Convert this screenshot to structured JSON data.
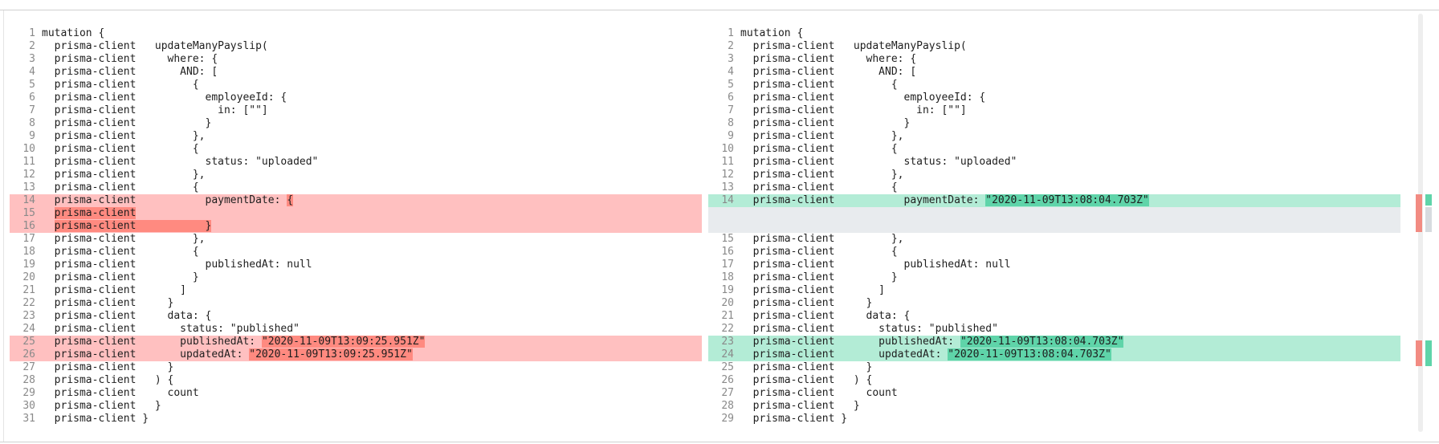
{
  "colors": {
    "deleted_line": "#ffc0c0",
    "deleted_word": "#ff8a80",
    "inserted_line": "#b3ecd6",
    "inserted_word": "#5fd4a9",
    "padding_line": "#e8ebee"
  },
  "left": [
    {
      "n": "1",
      "t": "mutation {"
    },
    {
      "n": "2",
      "t": "  prisma-client   updateManyPayslip("
    },
    {
      "n": "3",
      "t": "  prisma-client     where: {"
    },
    {
      "n": "4",
      "t": "  prisma-client       AND: ["
    },
    {
      "n": "5",
      "t": "  prisma-client         {"
    },
    {
      "n": "6",
      "t": "  prisma-client           employeeId: {"
    },
    {
      "n": "7",
      "t": "  prisma-client             in: [\"\"]"
    },
    {
      "n": "8",
      "t": "  prisma-client           }"
    },
    {
      "n": "9",
      "t": "  prisma-client         },"
    },
    {
      "n": "10",
      "t": "  prisma-client         {"
    },
    {
      "n": "11",
      "t": "  prisma-client           status: \"uploaded\""
    },
    {
      "n": "12",
      "t": "  prisma-client         },"
    },
    {
      "n": "13",
      "t": "  prisma-client         {"
    },
    {
      "n": "14",
      "k": "del",
      "pre": "  prisma-client           paymentDate: ",
      "hl": "{",
      "post": ""
    },
    {
      "n": "15",
      "k": "del",
      "pre": "  ",
      "hl": "prisma-client",
      "post": ""
    },
    {
      "n": "16",
      "k": "del",
      "pre": "  ",
      "hl": "prisma-client           }",
      "post": ""
    },
    {
      "n": "17",
      "t": "  prisma-client         },"
    },
    {
      "n": "18",
      "t": "  prisma-client         {"
    },
    {
      "n": "19",
      "t": "  prisma-client           publishedAt: null"
    },
    {
      "n": "20",
      "t": "  prisma-client         }"
    },
    {
      "n": "21",
      "t": "  prisma-client       ]"
    },
    {
      "n": "22",
      "t": "  prisma-client     }"
    },
    {
      "n": "23",
      "t": "  prisma-client     data: {"
    },
    {
      "n": "24",
      "t": "  prisma-client       status: \"published\""
    },
    {
      "n": "25",
      "k": "del",
      "pre": "  prisma-client       publishedAt: ",
      "hl": "\"2020-11-09T13:09:25.951Z\"",
      "post": ""
    },
    {
      "n": "26",
      "k": "del",
      "pre": "  prisma-client       updatedAt: ",
      "hl": "\"2020-11-09T13:09:25.951Z\"",
      "post": ""
    },
    {
      "n": "27",
      "t": "  prisma-client     }"
    },
    {
      "n": "28",
      "t": "  prisma-client   ) {"
    },
    {
      "n": "29",
      "t": "  prisma-client     count"
    },
    {
      "n": "30",
      "t": "  prisma-client   }"
    },
    {
      "n": "31",
      "t": "  prisma-client }"
    }
  ],
  "right": [
    {
      "n": "1",
      "t": "mutation {"
    },
    {
      "n": "2",
      "t": "  prisma-client   updateManyPayslip("
    },
    {
      "n": "3",
      "t": "  prisma-client     where: {"
    },
    {
      "n": "4",
      "t": "  prisma-client       AND: ["
    },
    {
      "n": "5",
      "t": "  prisma-client         {"
    },
    {
      "n": "6",
      "t": "  prisma-client           employeeId: {"
    },
    {
      "n": "7",
      "t": "  prisma-client             in: [\"\"]"
    },
    {
      "n": "8",
      "t": "  prisma-client           }"
    },
    {
      "n": "9",
      "t": "  prisma-client         },"
    },
    {
      "n": "10",
      "t": "  prisma-client         {"
    },
    {
      "n": "11",
      "t": "  prisma-client           status: \"uploaded\""
    },
    {
      "n": "12",
      "t": "  prisma-client         },"
    },
    {
      "n": "13",
      "t": "  prisma-client         {"
    },
    {
      "n": "14",
      "k": "ins",
      "pre": "  prisma-client           paymentDate: ",
      "hl": "\"2020-11-09T13:08:04.703Z\"",
      "post": ""
    },
    {
      "n": "",
      "k": "pad",
      "t": ""
    },
    {
      "n": "",
      "k": "pad",
      "t": ""
    },
    {
      "n": "15",
      "t": "  prisma-client         },"
    },
    {
      "n": "16",
      "t": "  prisma-client         {"
    },
    {
      "n": "17",
      "t": "  prisma-client           publishedAt: null"
    },
    {
      "n": "18",
      "t": "  prisma-client         }"
    },
    {
      "n": "19",
      "t": "  prisma-client       ]"
    },
    {
      "n": "20",
      "t": "  prisma-client     }"
    },
    {
      "n": "21",
      "t": "  prisma-client     data: {"
    },
    {
      "n": "22",
      "t": "  prisma-client       status: \"published\""
    },
    {
      "n": "23",
      "k": "ins",
      "pre": "  prisma-client       publishedAt: ",
      "hl": "\"2020-11-09T13:08:04.703Z\"",
      "post": ""
    },
    {
      "n": "24",
      "k": "ins",
      "pre": "  prisma-client       updatedAt: ",
      "hl": "\"2020-11-09T13:08:04.703Z\"",
      "post": ""
    },
    {
      "n": "25",
      "t": "  prisma-client     }"
    },
    {
      "n": "26",
      "t": "  prisma-client   ) {"
    },
    {
      "n": "27",
      "t": "  prisma-client     count"
    },
    {
      "n": "28",
      "t": "  prisma-client   }"
    },
    {
      "n": "29",
      "t": "  prisma-client }"
    }
  ]
}
